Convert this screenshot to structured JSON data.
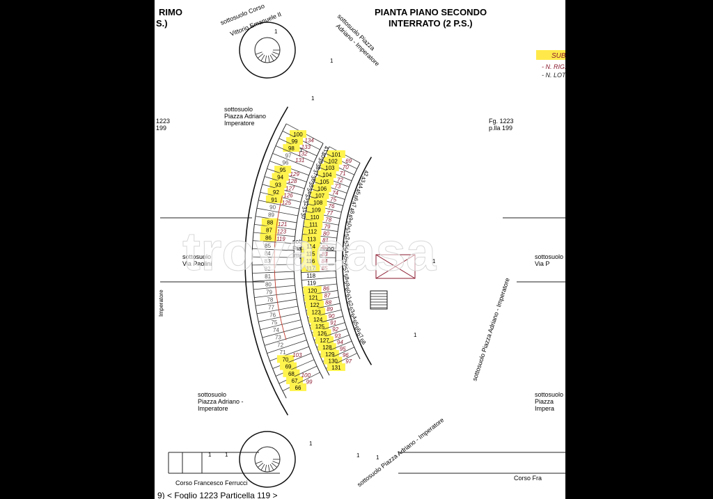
{
  "title": {
    "left_fragment": "RIMO",
    "left_fragment2": "S.)",
    "right_line1": "PIANTA PIANO SECONDO",
    "right_line2": "INTERRATO  (2 P.S.)"
  },
  "legend": {
    "sub": "SUB.",
    "line1": "- N. RIG. COND.",
    "line2": "- N. LOTTO"
  },
  "labels": {
    "top_left_street_1": "sottosuolo Corso",
    "top_left_street_2": "Vittorio Emanuele II",
    "top_right_street_1": "sottosuolo Piazza",
    "top_right_street_2": "Adriano - Imperatore",
    "left_upper_1": "sottosuolo",
    "left_upper_2": "Piazza Adriano",
    "left_upper_3": "Imperatore",
    "middle_1": "sottosuolo",
    "middle_2": "Piazza Adriano",
    "middle_3": "Imperatore",
    "left_lower_1": "sottosuolo",
    "left_lower_2": "Piazza Adriano -",
    "left_lower_3": "Imperatore",
    "via_paolini_1": "sottosuolo",
    "via_paolini_2": "Via Paolini",
    "right_via_1": "sottosuolo",
    "right_via_2": "Via P",
    "fg_left_1": "1223",
    "fg_left_2": "199",
    "fg_right_1": "Fg. 1223",
    "fg_right_2": "p.lla 199",
    "right_outer_street": "sottosuolo Piazza Adriano - Imperatore",
    "bottom_right_street": "sottosuolo Piazza Adriano - Imperatore",
    "right_lower_1": "sottosuolo",
    "right_lower_2": "Piazza",
    "right_lower_3": "Impera",
    "corso_ferrucci": "Corso Francesco Ferrucci",
    "corso_right": "Corso Fra",
    "footer": "9)    < Foglio 1223 Particella 119 >",
    "left_vertical": "Imperatore",
    "watermark": "trovacasa",
    "one": "1"
  },
  "spaces": {
    "inner": [
      "101",
      "102",
      "103",
      "104",
      "105",
      "106",
      "107",
      "108",
      "109",
      "110",
      "111",
      "112",
      "113",
      "114",
      "115",
      "116",
      "117",
      "118",
      "119",
      "120",
      "121",
      "122",
      "123",
      "124",
      "125",
      "126",
      "127",
      "128",
      "129",
      "130",
      "131"
    ],
    "inner_highlight": [
      true,
      true,
      true,
      true,
      true,
      true,
      true,
      true,
      true,
      true,
      true,
      true,
      true,
      true,
      true,
      true,
      true,
      false,
      false,
      true,
      true,
      true,
      true,
      true,
      true,
      true,
      true,
      true,
      true,
      true,
      true
    ],
    "outer": [
      "100",
      "99",
      "98",
      "97",
      "96",
      "95",
      "94",
      "93",
      "92",
      "91",
      "90",
      "89",
      "88",
      "87",
      "86",
      "85",
      "84",
      "83",
      "82",
      "81",
      "80",
      "79",
      "78",
      "77",
      "76",
      "75",
      "74",
      "73",
      "72",
      "71",
      "70",
      "69",
      "68",
      "67",
      "66"
    ],
    "outer_highlight": [
      true,
      true,
      true,
      false,
      false,
      true,
      true,
      true,
      true,
      true,
      false,
      false,
      true,
      true,
      true,
      false,
      false,
      false,
      false,
      false,
      false,
      false,
      false,
      false,
      false,
      false,
      false,
      false,
      false,
      false,
      true,
      true,
      true,
      true,
      true
    ],
    "inner_lots": [
      "69",
      "70",
      "71",
      "72",
      "73",
      "74",
      "75",
      "76",
      "77",
      "78",
      "79",
      "80",
      "81",
      "82",
      "83",
      "84",
      "85",
      "",
      "",
      "86",
      "87",
      "88",
      "89",
      "90",
      "91",
      "92",
      "93",
      "94",
      "95",
      "96",
      "97"
    ],
    "outer_lots": [
      "134",
      "133",
      "132",
      "131",
      "",
      "129",
      "128",
      "127",
      "126",
      "125",
      "",
      "",
      "121",
      "123",
      "119",
      "",
      "",
      "",
      "",
      "",
      "",
      "",
      "",
      "",
      "",
      "",
      "",
      "",
      "",
      "",
      "103",
      "",
      "",
      "100",
      "99"
    ],
    "left_numbers": [
      "42",
      "43",
      "44",
      "45",
      "46",
      "47",
      "48",
      "49",
      "50",
      "51",
      "52",
      "53",
      "54",
      "55",
      "56",
      "57",
      "58",
      "59",
      "60",
      "61",
      "62",
      "63",
      "64",
      "65",
      "66",
      "67",
      "68"
    ],
    "mid_numbers": [
      "41",
      "40",
      "39",
      "38",
      "37",
      "36",
      "35",
      "34",
      "33",
      "32",
      "31",
      "30"
    ]
  }
}
